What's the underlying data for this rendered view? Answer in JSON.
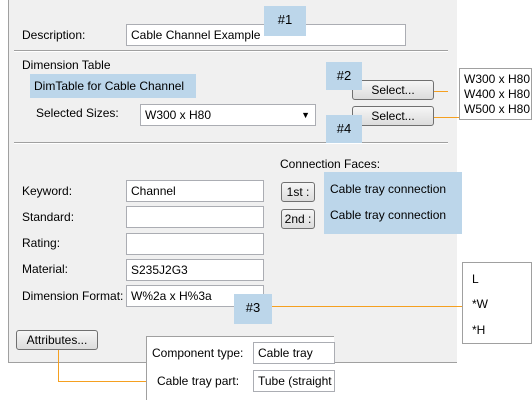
{
  "description": {
    "label": "Description:",
    "value": "Cable Channel Example"
  },
  "dimension_table": {
    "label": "Dimension Table",
    "table_name": "DimTable for Cable Channel",
    "select_label": "Select...",
    "selected_sizes_label": "Selected Sizes:",
    "selected_size": "W300 x H80",
    "select_sizes_label": "Select..."
  },
  "size_list": [
    "W300 x H80",
    "W400 x H80",
    "W500 x H80"
  ],
  "fields": {
    "keyword": {
      "label": "Keyword:",
      "value": "Channel"
    },
    "standard": {
      "label": "Standard:",
      "value": ""
    },
    "rating": {
      "label": "Rating:",
      "value": ""
    },
    "material": {
      "label": "Material:",
      "value": "S235J2G3"
    },
    "dimension_format": {
      "label": "Dimension Format:",
      "value": "W%2a x H%3a"
    }
  },
  "connection_faces": {
    "label": "Connection Faces:",
    "items": [
      {
        "button": "1st :",
        "value": "Cable tray connection"
      },
      {
        "button": "2nd :",
        "value": "Cable tray connection"
      }
    ]
  },
  "attributes_button": "Attributes...",
  "attributes_popup": {
    "component_type_label": "Component type:",
    "component_type_value": "Cable tray",
    "cable_tray_part_label": "Cable tray part:",
    "cable_tray_part_value": "Tube (straight"
  },
  "format_variables": [
    "L",
    "*W",
    "*H"
  ],
  "callouts": [
    "#1",
    "#2",
    "#3",
    "#4"
  ],
  "colors": {
    "callout_bg": "#bcd6ea",
    "leader_line": "#f5a020",
    "dialog_bg": "#f0f0f0"
  }
}
